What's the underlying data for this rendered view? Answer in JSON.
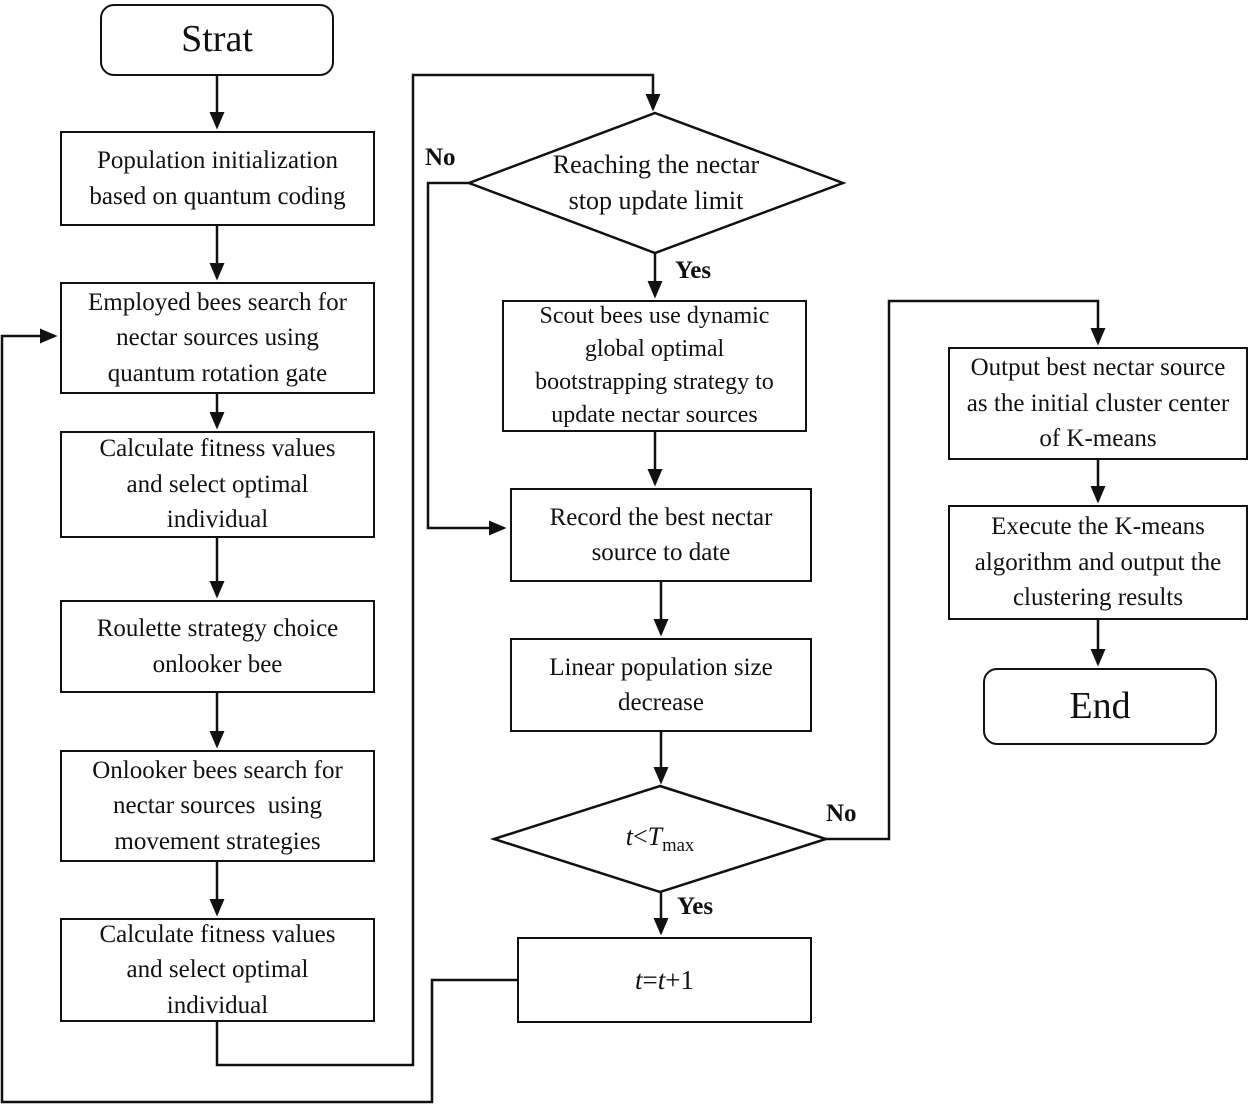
{
  "figure": {
    "type": "flowchart",
    "background": "#ffffff",
    "line_color": "#111111",
    "text_color": "#111111"
  },
  "nodes": {
    "start": "Strat",
    "population_init": [
      "Population initialization",
      "based on quantum coding"
    ],
    "employed_bees": [
      "Employed bees search for",
      "nectar sources using",
      "quantum rotation gate"
    ],
    "calc_fitness_1": [
      "Calculate fitness values",
      "and select optimal",
      "individual"
    ],
    "roulette": [
      "Roulette strategy choice",
      "onlooker bee"
    ],
    "onlooker_bees": [
      "Onlooker bees search for",
      "nectar sources  using",
      "movement strategies"
    ],
    "calc_fitness_2": [
      "Calculate fitness values",
      "and select optimal",
      "individual"
    ],
    "decision_stop_limit": [
      "Reaching the nectar",
      "stop update limit"
    ],
    "scout_bees": [
      "Scout bees use dynamic",
      "global optimal",
      "bootstrapping strategy to",
      "update nectar sources"
    ],
    "record_best": [
      "Record the best nectar",
      "source to date"
    ],
    "linear_decrease": [
      "Linear population size",
      "decrease"
    ],
    "decision_tmax": {
      "var": "t",
      "op": "<",
      "limit": "T",
      "subscript": "max"
    },
    "increment": {
      "lhs": "t",
      "eq": "=",
      "rhs": "t",
      "plus": "+1"
    },
    "output_best": [
      "Output best nectar source",
      "as the initial cluster center",
      "of K-means"
    ],
    "execute_kmeans": [
      "Execute the K-means",
      "algorithm and output the",
      "clustering results"
    ],
    "end": "End"
  },
  "edge_labels": {
    "stop_limit_no": "No",
    "stop_limit_yes": "Yes",
    "tmax_no": "No",
    "tmax_yes": "Yes"
  }
}
